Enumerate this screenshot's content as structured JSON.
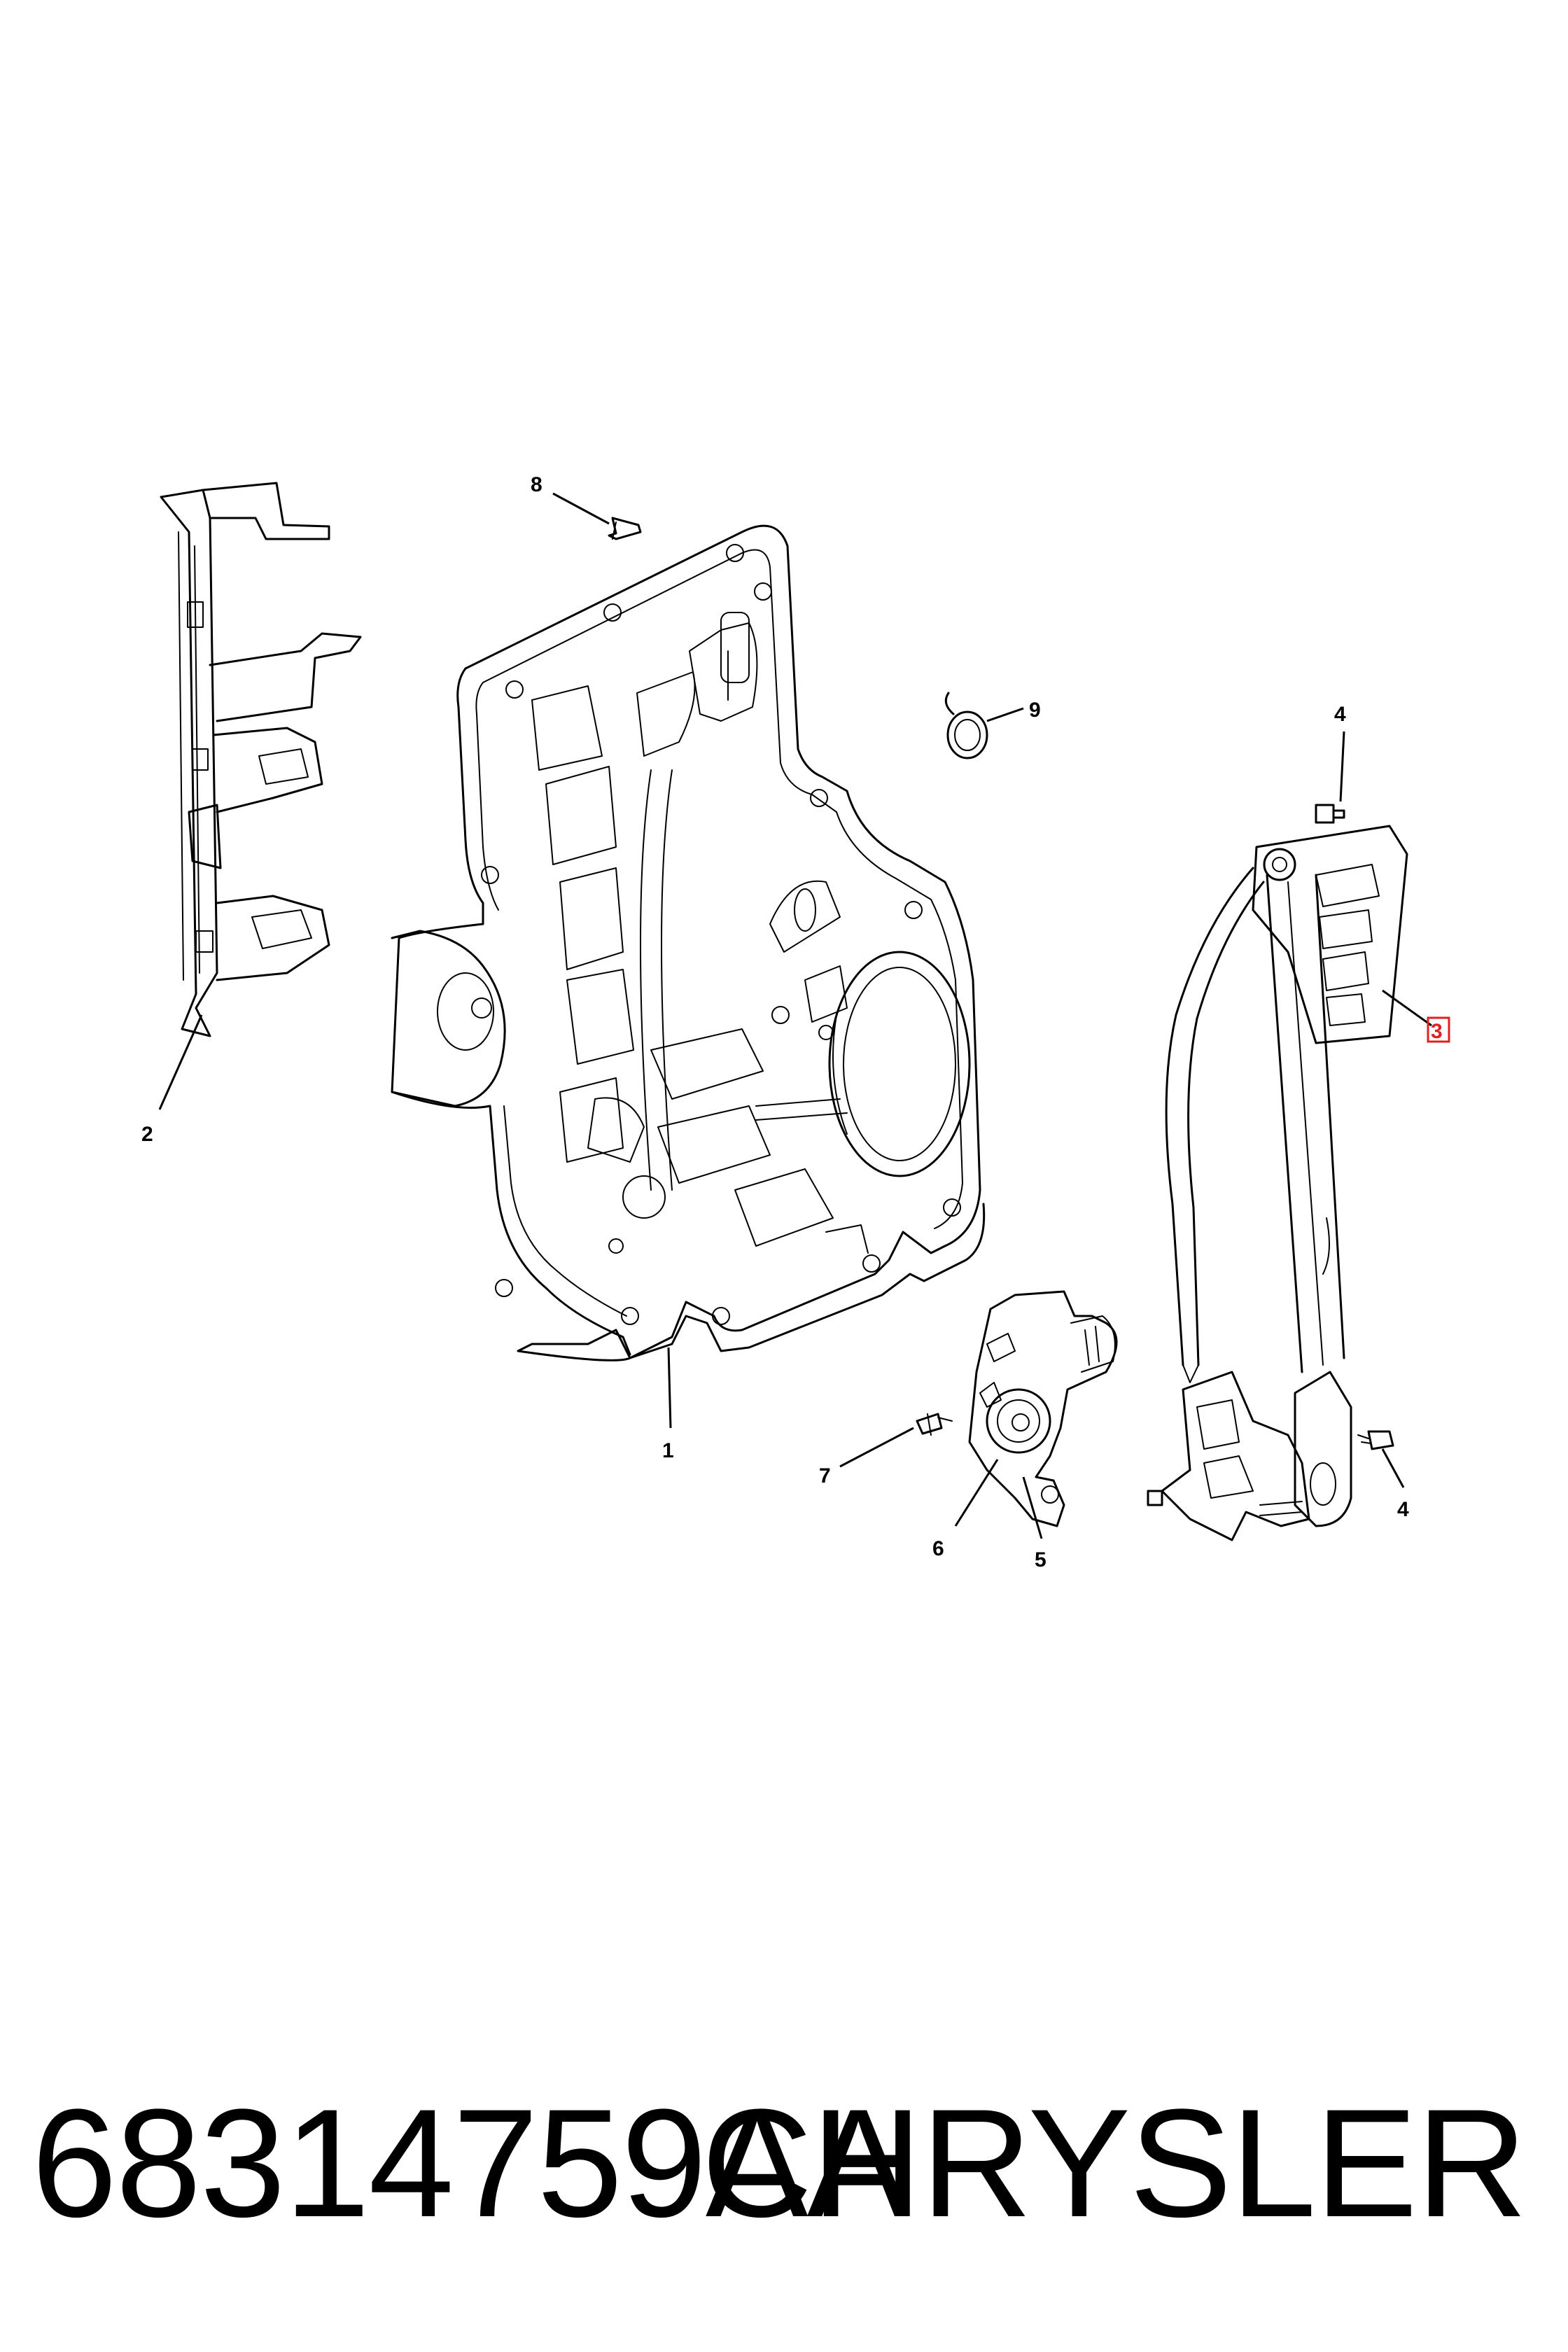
{
  "callouts": {
    "c1": "1",
    "c2": "2",
    "c3": "3",
    "c4a": "4",
    "c4b": "4",
    "c5": "5",
    "c6": "6",
    "c7": "7",
    "c8": "8",
    "c9": "9"
  },
  "highlight_color": "#e02020",
  "caption": {
    "part_number": "68314759AA",
    "brand": "CHRYSLER"
  }
}
